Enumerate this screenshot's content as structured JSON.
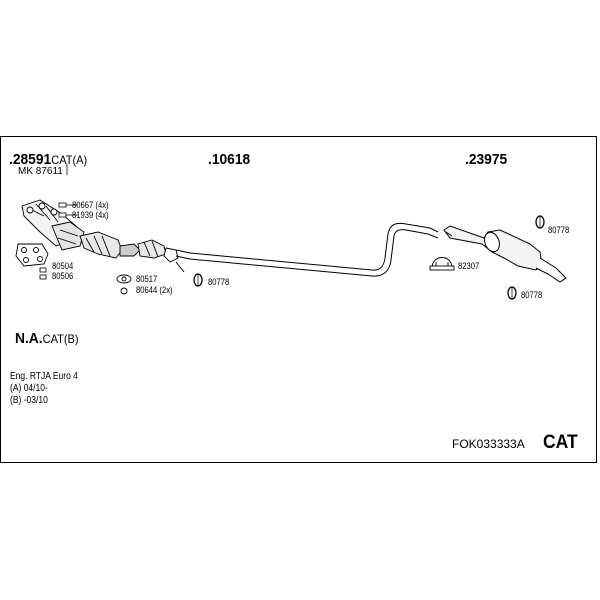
{
  "parts": {
    "front_section": {
      "number": ".28591",
      "suffix": "CAT(A)"
    },
    "mk": "MK 87611",
    "middle_section": ".10618",
    "rear_section": ".23975",
    "na_section": {
      "number": "N.A.",
      "suffix": "CAT(B)"
    }
  },
  "small_parts": {
    "p80667": "80667 (4x)",
    "p81939": "81939 (4x)",
    "p80504": "80504",
    "p80506": "80506",
    "p80517": "80517",
    "p80644": "80644 (2x)",
    "p80778_mid": "80778",
    "p80778_top": "80778",
    "p82307": "82307",
    "p80778_bottom": "80778"
  },
  "engine": {
    "line": "Eng. RTJA   Euro 4",
    "a": "(A) 04/10-",
    "b": "(B) -03/10"
  },
  "footer": {
    "code": "FOK033333A",
    "mark": "CAT"
  }
}
